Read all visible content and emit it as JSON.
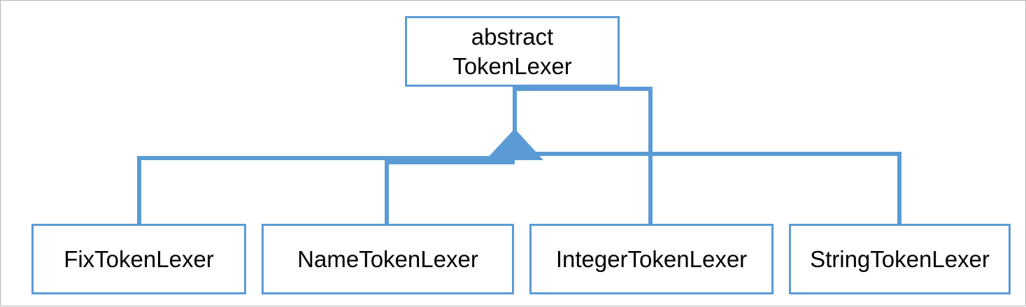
{
  "diagram": {
    "root": {
      "line1": "abstract",
      "line2": "TokenLexer"
    },
    "children": [
      {
        "label": "FixTokenLexer"
      },
      {
        "label": "NameTokenLexer"
      },
      {
        "label": "IntegerTokenLexer"
      },
      {
        "label": "StringTokenLexer"
      }
    ],
    "connector_color": "#5b9bd5",
    "relation": "inheritance"
  }
}
